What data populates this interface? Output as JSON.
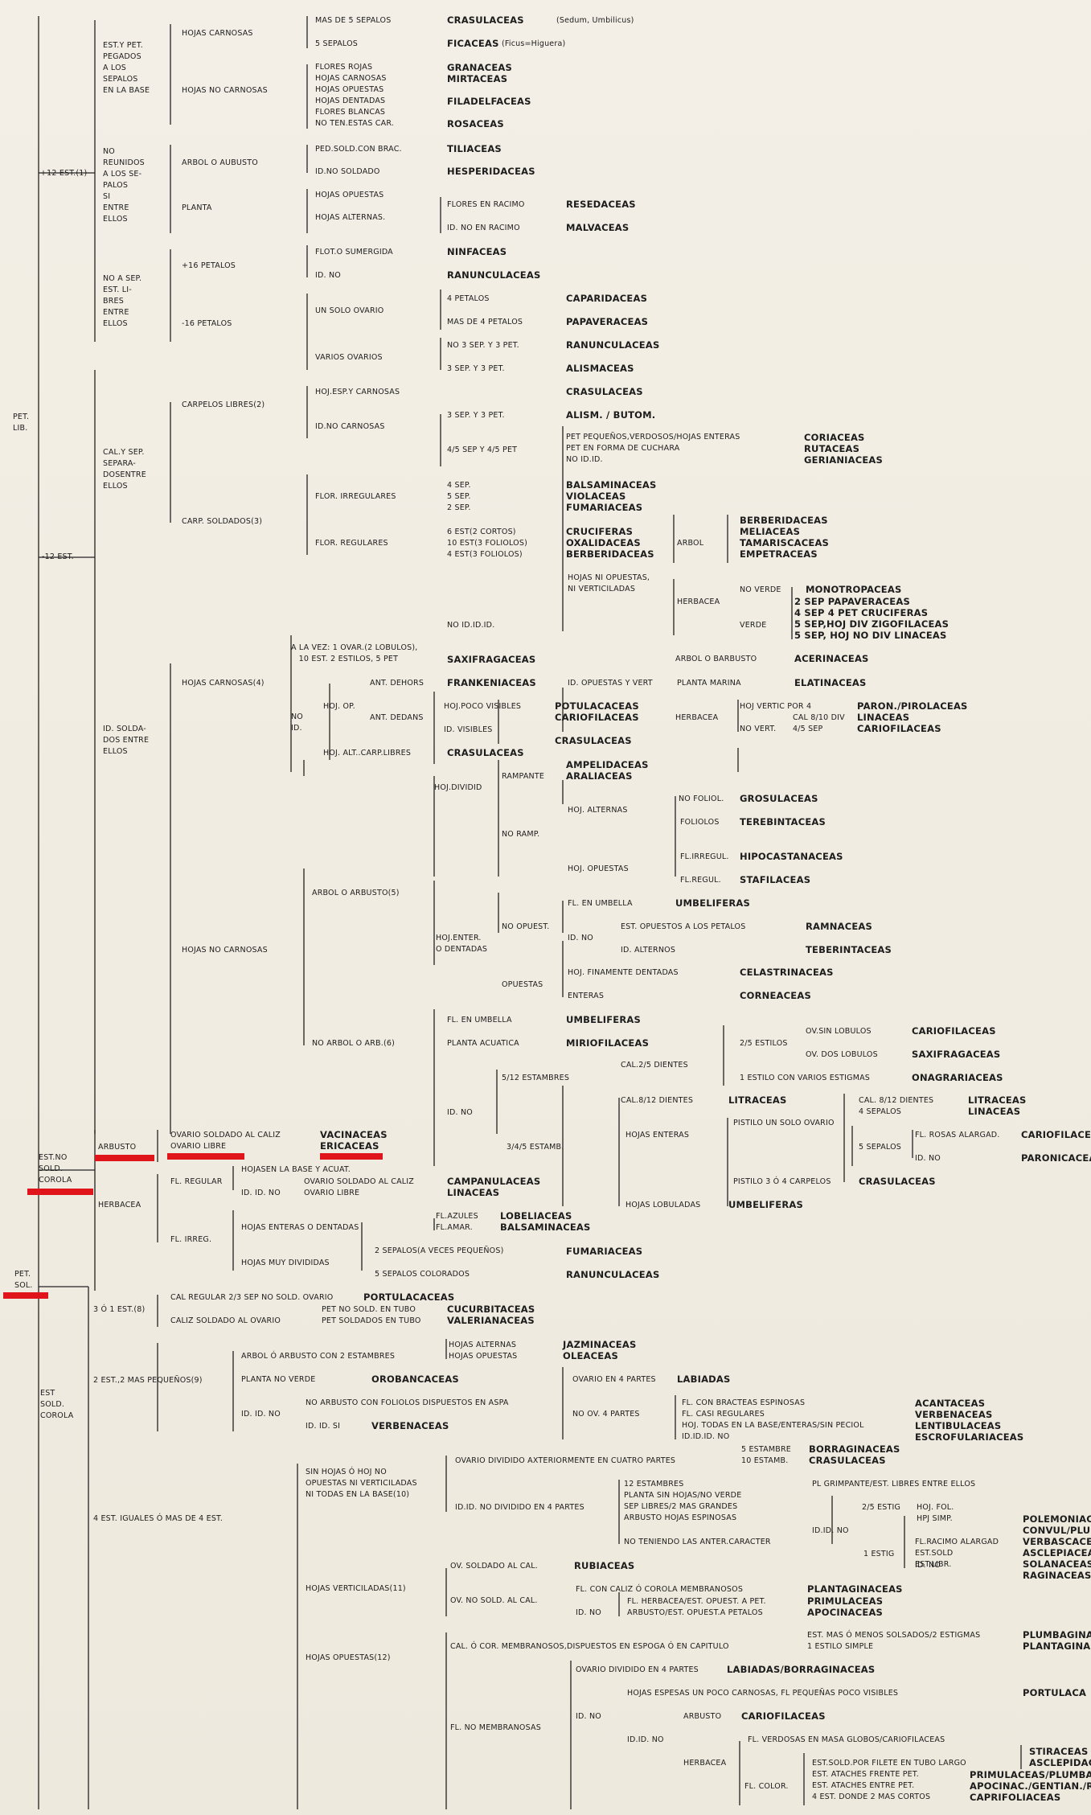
{
  "labels": {
    "pet_lib": "PET.\nLIB.",
    "pet_sol": "PET.\nSOL.",
    "mas12": "+12 EST.(1)",
    "menos12": "-12 EST.",
    "est_pet_pegados": "EST.Y PET.\nPEGADOS\nA LOS\nSEPALOS\nEN LA BASE",
    "no_reunidos": "NO\nREUNIDOS\nA LOS SE-\nPALOS\nSI\nENTRE\nELLOS",
    "no_a_sep": "NO A SEP.\nEST. LI-\nBRES\nENTRE\nELLOS",
    "hojas_carnosas_1": "HOJAS CARNOSAS",
    "hojas_no_carnosas_1": "HOJAS NO CARNOSAS",
    "arbol_arbusto_1": "ARBOL O AUBUSTO",
    "planta_1": "PLANTA",
    "mas16": "+16 PETALOS",
    "menos16": "-16 PETALOS",
    "mas5sep": "MAS DE 5 SEPALOS",
    "crasulaceas_1": "CRASULACEAS",
    "sedum": "(Sedum, Umbilicus)",
    "cinco_sep": "5 SEPALOS",
    "ficaceas": "FICACEAS",
    "ficus": "(Ficus=Higuera)",
    "nc_list": "FLORES ROJAS\nHOJAS CARNOSAS\nHOJAS OPUESTAS\nHOJAS DENTADAS\nFLORES BLANCAS\nNO TEN.ESTAS CAR.",
    "granaceas": "GRANACEAS",
    "mirtaceas": "MIRTACEAS",
    "filadelfaceas": "FILADELFACEAS",
    "rosaceas": "ROSACEAS",
    "ped_sold": "PED.SOLD.CON BRAC.",
    "tiliaceas": "TILIACEAS",
    "id_no_soldado": "ID.NO SOLDADO",
    "hesperidaceas": "HESPERIDACEAS",
    "hojas_opuestas_1": "HOJAS OPUESTAS",
    "hojas_alternas_1": "HOJAS ALTERNAS.",
    "flores_racimo": "FLORES EN RACIMO",
    "resedaceas": "RESEDACEAS",
    "id_no_racimo": "ID. NO EN RACIMO",
    "malvaceas": "MALVACEAS",
    "flot": "FLOT.O SUMERGIDA",
    "ninfaceas": "NINFACEAS",
    "id_no_1": "ID. NO",
    "ranunculaceas_1": "RANUNCULACEAS",
    "un_solo_ovario": "UN SOLO OVARIO",
    "cuatro_petalos": "4 PETALOS",
    "caparidaceas": "CAPARIDACEAS",
    "mas4pet": "MAS DE 4 PETALOS",
    "papaveraceas": "PAPAVERACEAS",
    "varios_ovarios": "VARIOS OVARIOS",
    "no3sep": "NO 3 SEP. Y 3 PET.",
    "ranunculaceas_2": "RANUNCULACEAS",
    "tres_sep_1": "3 SEP. Y 3 PET.",
    "alismaceas": "ALISMACEAS",
    "cal_sep_separ": "CAL.Y SEP.\nSEPARA-\nDOSENTRE\nELLOS",
    "carpelos_libres": "CARPELOS LIBRES(2)",
    "carp_soldados": "CARP. SOLDADOS(3)",
    "hoj_esp": "HOJ.ESP.Y CARNOSAS",
    "crasulaceas_2": "CRASULACEAS",
    "id_no_carnosas": "ID.NO CARNOSAS",
    "tres_sep_2": "3 SEP. Y 3 PET.",
    "alism_butom": "ALISM. / BUTOM.",
    "cuatro5sep": "4/5 SEP Y 4/5 PET",
    "pet_list": "PET PEQUEÑOS,VERDOSOS/HOJAS ENTERAS\nPET EN FORMA DE CUCHARA\nNO ID.ID.",
    "cor_list": "CORIACEAS\nRUTACEAS\nGERIANIACEAS",
    "flor_irreg_1": "FLOR. IRREGULARES",
    "sep_list_1": "4 SEP.\n5 SEP.\n2 SEP.",
    "fam_list_1": "BALSAMINACEAS\nVIOLACEAS\nFUMARIACEAS",
    "flor_reg_1": "FLOR. REGULARES",
    "est_list_1": "6 EST(2 CORTOS)\n10 EST(3 FOLIOLOS)\n4 EST(3 FOLIOLOS)",
    "fam_list_2": "CRUCIFERAS\nOXALIDACEAS\nBERBERIDACEAS",
    "arbol_1": "ARBOL",
    "fam_list_3": "BERBERIDACEAS\nMELIACEAS\nTAMARISCACEAS\nEMPETRACEAS",
    "hojas_ni_op": "HOJAS NI OPUESTAS,\nNI VERTICILADAS",
    "herbacea_1": "HERBACEA",
    "no_verde": "NO VERDE",
    "monotropaceas": "MONOTROPACEAS",
    "verde": "VERDE",
    "verde_list": "2 SEP PAPAVERACEAS\n4 SEP 4 PET CRUCIFERAS\n5 SEP,HOJ DIV ZIGOFILACEAS\n5 SEP, HOJ NO DIV LINACEAS",
    "no_id_id": "NO ID.ID.ID.",
    "id_soldados": "ID. SOLDA-\nDOS ENTRE\nELLOS",
    "hojas_carnosas_4": "HOJAS CARNOSAS(4)",
    "a_la_vez": "A LA VEZ: 1 OVAR.(2 LOBULOS),\n   10 EST. 2 ESTILOS, 5 PET",
    "saxifragaceas_1": "SAXIFRAGACEAS",
    "arbol_barbusto": "ARBOL O BARBUSTO",
    "acerinaceas": "ACERINACEAS",
    "ant_dehors": "ANT. DEHORS",
    "frankeniaceas": "FRANKENIACEAS",
    "id_opuestas_vert": "ID. OPUESTAS Y VERT",
    "planta_marina": "PLANTA MARINA",
    "elatinaceas": "ELATINACEAS",
    "no_id": "NO\nID.",
    "hoj_op": "HOJ. OP.",
    "hoj_poco": "HOJ.POCO VISIBLES",
    "fam_list_4": "POTULACACEAS\nCARIOFILACEAS",
    "herbacea_2": "HERBACEA",
    "hoj_vertic": "HOJ VERTIC POR 4",
    "paron": "PARON./PIROLACEAS",
    "no_vert": "NO VERT.",
    "cal_list": "CAL 8/10 DIV\n4/5 SEP",
    "lin_car": "LINACEAS\nCARIOFILACEAS",
    "ant_dedans": "ANT. DEDANS",
    "id_visibles": "ID. VISIBLES",
    "crasulaceas_3": "CRASULACEAS",
    "hoj_alt_carp": "HOJ. ALT..CARP.LIBRES",
    "crasulaceas_4": "CRASULACEAS",
    "hoj_dividid": "HOJ.DIVIDID",
    "rampante": "RAMPANTE",
    "amp_aral": "AMPELIDACEAS\nARALIACEAS",
    "no_ramp": "NO RAMP.",
    "hoj_alternas_2": "HOJ. ALTERNAS",
    "no_foliol": "NO FOLIOL.",
    "grosulaceas": "GROSULACEAS",
    "foliolos": "FOLIOLOS",
    "terebintaceas_1": "TEREBINTACEAS",
    "hoj_opuestas_2": "HOJ. OPUESTAS",
    "fl_irregul": "FL.IRREGUL.",
    "hipocastanaceas": "HIPOCASTANACEAS",
    "fl_regul": "FL.REGUL.",
    "stafilaceas": "STAFILACEAS",
    "hojas_no_carnosas_2": "HOJAS NO CARNOSAS",
    "arbol_arbusto_5": "ARBOL O ARBUSTO(5)",
    "fl_umbella_1": "FL. EN UMBELLA",
    "umbeliferas_1": "UMBELIFERAS",
    "hoj_enter": "HOJ.ENTER.\nO DENTADAS",
    "no_opuest": "NO OPUEST.",
    "id_no_2": "ID. NO",
    "est_opuestos": "EST. OPUESTOS A LOS PETALOS",
    "ramnaceas": "RAMNACEAS",
    "id_alternos": "ID. ALTERNOS",
    "terebintaceas_2": "TEBERINTACEAS",
    "opuestas_1": "OPUESTAS",
    "hoj_finamente": "HOJ. FINAMENTE DENTADAS",
    "celastrinaceas": "CELASTRINACEAS",
    "enteras_1": "ENTERAS",
    "corneaceas": "CORNEACEAS",
    "no_arbol": "NO ARBOL O ARB.(6)",
    "fl_umbella_2": "FL. EN UMBELLA",
    "umbeliferas_2": "UMBELIFERAS",
    "planta_acuatica": "PLANTA ACUATICA",
    "miriofilaceas": "MIRIOFILACEAS",
    "dos5estilos": "2/5 ESTILOS",
    "ov_sin_lob": "OV.SIN LOBULOS",
    "cariofilaceas_1": "CARIOFILACEAS",
    "ov_dos_lob": "OV. DOS LOBULOS",
    "saxifragaceas_2": "SAXIFRAGACEAS",
    "uno_estilo": "1 ESTILO CON VARIOS ESTIGMAS",
    "onagrariaceas": "ONAGRARIACEAS",
    "cinco12": "5/12 ESTAMBRES",
    "cal25": "CAL.2/5 DIENTES",
    "cal812": "CAL.8/12 DIENTES",
    "litraceas_1": "LITRACEAS",
    "cal812b": "CAL. 8/12 DIENTES\n4 SEPALOS",
    "lit_lin": "LITRACEAS\nLINACEAS",
    "id_no_3": "ID. NO",
    "hojas_enteras_1": "HOJAS ENTERAS",
    "pistilo_un": "PISTILO UN SOLO OVARIO",
    "cinco_sepalos": "5 SEPALOS",
    "fl_rosas": "FL. ROSAS ALARGAD.",
    "cariofilaceas_2": "CARIOFILACE",
    "id_no_4": "ID. NO",
    "paronicaceas": "PARONICACEA",
    "tres45": "3/4/5 ESTAMB.",
    "pistilo_3": "PISTILO 3 Ó 4 CARPELOS",
    "crasulaceas_5": "CRASULACEAS",
    "hojas_lobuladas": "HOJAS LOBULADAS",
    "umbeliferas_3": "UMBELIFERAS",
    "est_no_sold": "EST.NO\nSOLD.\nCOROLA",
    "arbusto": "ARBUSTO",
    "herbacea_3": "HERBACEA",
    "ov_sold_caliz": "OVARIO SOLDADO AL CALIZ",
    "vacinaceas": "VACINACEAS",
    "ov_libre": "OVARIO LIBRE",
    "ericaceas": "ERICACEAS",
    "fl_regular": "FL. REGULAR",
    "hojas_base": "HOJASEN LA BASE Y ACUAT.",
    "id_id_no": "ID. ID. NO",
    "ov_list": "OVARIO SOLDADO AL CALIZ\nOVARIO LIBRE",
    "camp_lin": "CAMPANULACEAS\nLINACEAS",
    "fl_irreg": "FL. IRREG.",
    "hojas_enteras_dent": "HOJAS ENTERAS O DENTADAS",
    "fl_azules": "FL.AZULES\nFL.AMAR.",
    "lob_bal": "LOBELIACEAS\nBALSAMINACEAS",
    "hojas_muy_div": "HOJAS MUY DIVIDIDAS",
    "dos_sepalos": "2 SEPALOS(A VECES PEQUEÑOS)",
    "fumariaceas": "FUMARIACEAS",
    "cinco_sep_col": "5 SEPALOS COLORADOS",
    "ranunculaceas_3": "RANUNCULACEAS",
    "tres1est": "3 Ó 1 EST.(8)",
    "cal_regular": "CAL REGULAR 2/3 SEP NO SOLD. OVARIO",
    "portulacaceas_1": "PORTULACACEAS",
    "pet_no_sold": "PET NO SOLD. EN TUBO",
    "cucurbitaceas": "CUCURBITACEAS",
    "caliz_soldado": "CALIZ SOLDADO AL OVARIO",
    "pet_soldados": "PET SOLDADOS EN TUBO",
    "valerianaceas": "VALERIANACEAS",
    "est_sold": "EST\nSOLD.\nCOROLA",
    "dos_est": "2 EST.,2 MAS PEQUEÑOS(9)",
    "hojas_alt_op": "HOJAS ALTERNAS\nHOJAS OPUESTAS",
    "jaz_ole": "JAZMINACEAS\nOLEACEAS",
    "arbol_2est": "ARBOL Ó ARBUSTO CON 2 ESTAMBRES",
    "planta_no_verde": "PLANTA NO VERDE",
    "orobancaceas": "OROBANCACEAS",
    "ovario_4": "OVARIO EN 4 PARTES",
    "labiadas_1": "LABIADAS",
    "id_id_no_2": "ID. ID. NO",
    "no_arbusto": "NO ARBUSTO CON FOLIOLOS DISPUESTOS EN ASPA",
    "id_id_si": "ID. ID. SI",
    "verbenaceas_1": "VERBENACEAS",
    "no_ov_4": "NO OV. 4 PARTES",
    "fl_list": "FL. CON BRACTEAS ESPINOSAS\nFL. CASI REGULARES\nHOJ. TODAS EN LA BASE/ENTERAS/SIN PECIOL\nID.ID.ID. NO",
    "fam_list_5": "ACANTACEAS\nVERBENACEAS\nLENTIBULACEAS\nESCROFULARIACEAS",
    "cuatro_est": "4 EST. IGUALES Ó MAS DE 4 EST.",
    "sin_hojas": "SIN HOJAS Ó HOJ NO\nOPUESTAS NI VERTICILADAS\nNI TODAS EN LA BASE(10)",
    "ov_dividido_ax": "OVARIO DIVIDIDO AXTERIORMENTE EN CUATRO PARTES",
    "est_list_2": "5 ESTAMBRE\n10 ESTAMB.",
    "bor_cra": "BORRAGINACEAS\nCRASULACEAS",
    "id_id_no_div": "ID.ID. NO DIVIDIDO EN 4 PARTES",
    "doce_est": "12 ESTAMBRES\nPLANTA SIN HOJAS/NO VERDE\nSEP LIBRES/2 MAS GRANDES\nARBUSTO HOJAS ESPINOSAS",
    "pl_grimpante": "PL GRIMPANTE/EST. LIBRES ENTRE ELLOS",
    "no_teniendo": "NO TENIENDO LAS ANTER.CARACTER",
    "id_id_no_3": "ID.ID. NO",
    "dos5estig": "2/5 ESTIG",
    "hoj_fol": "HOJ. FOL.\nHPJ SIMP.",
    "pol_list": "POLEMONIAC\nCONVUL/PLUM\nVERBASCACE\nASCLEPIACEA\nSOLANACEAS\nRAGINACEAS",
    "uno_estig": "1 ESTIG",
    "fl_racimo": "FL.RACIMO ALARGAD\nEST.SOLD\nEST.LIBR.",
    "id_no_5": "ID. NO",
    "hojas_vert": "HOJAS VERTICILADAS(11)",
    "ov_sold_cal": "OV. SOLDADO AL CAL.",
    "rubiaceas": "RUBIACEAS",
    "ov_no_sold": "OV. NO SOLD. AL CAL.",
    "fl_con_caliz": "FL. CON CALIZ Ó COROLA MEMBRANOSOS",
    "plantaginaceas_1": "PLANTAGINACEAS",
    "id_no_6": "ID. NO",
    "fl_herb": "FL. HERBACEA/EST. OPUEST. A PET.\nARBUSTO/EST. OPUEST.A PETALOS",
    "pri_apo": "PRIMULACEAS\nAPOCINACEAS",
    "hojas_opuestas_12": "HOJAS OPUESTAS(12)",
    "cal_cor": "CAL. Ó COR. MEMBRANOSOS,DISPUESTOS EN ESPOGA Ó EN CAPITULO",
    "est_mas": "EST. MAS Ó MENOS SOLSADOS/2 ESTIGMAS\n1 ESTILO SIMPLE",
    "plu_pla": "PLUMBAGINA\nPLANTAGINA",
    "ov_div_4": "OVARIO DIVIDIDO EN 4 PARTES",
    "lab_bor": "LABIADAS/BORRAGINACEAS",
    "hojas_espesas": "HOJAS ESPESAS UN POCO CARNOSAS, FL PEQUEÑAS POCO VISIBLES",
    "portulacaceas_2": "PORTULACA",
    "id_no_7": "ID. NO",
    "fl_no_memb": "FL. NO MEMBRANOSAS",
    "arbusto_2": "ARBUSTO",
    "cariofilaceas_3": "CARIOFILACEAS",
    "id_id_no_4": "ID.ID. NO",
    "fl_verdosas": "FL. VERDOSAS EN MASA GLOBOS/CARIOFILACEAS",
    "herbacea_4": "HERBACEA",
    "fl_color": "FL. COLOR.",
    "est_sold_list": "EST.SOLD.POR FILETE EN TUBO LARGO\nEST. ATACHES FRENTE PET.\nEST. ATACHES ENTRE PET.\n4 EST. DONDE 2 MAS CORTOS",
    "stir_list": "STIRACEAS\nASCLEPIDAC",
    "pri_list": "PRIMULACEAS/PLUMBA\nAPOCINAC./GENTIAN./RA\nCAPRIFOLIACEAS"
  }
}
